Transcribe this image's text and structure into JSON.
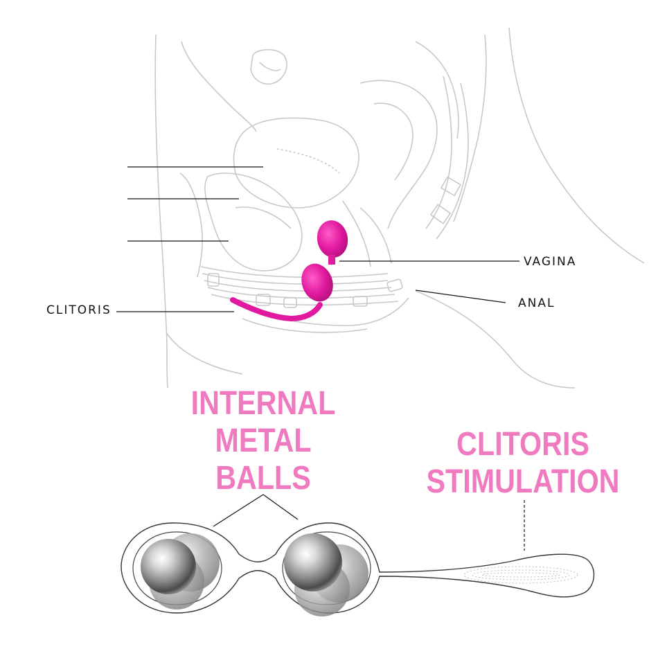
{
  "labels": {
    "vagina": "VAGINA",
    "anal": "ANAL",
    "clitoris": "CLITORIS"
  },
  "callouts": {
    "internal_metal_balls": [
      "INTERNAL",
      "METAL",
      "BALLS"
    ],
    "clitoris_stimulation": [
      "CLITORIS",
      "STIMULATION"
    ]
  },
  "colors": {
    "accent_pink": "#f07ac0",
    "product_magenta": "#e0199e",
    "line_art": "#c8c8c8",
    "ink": "#111111"
  }
}
